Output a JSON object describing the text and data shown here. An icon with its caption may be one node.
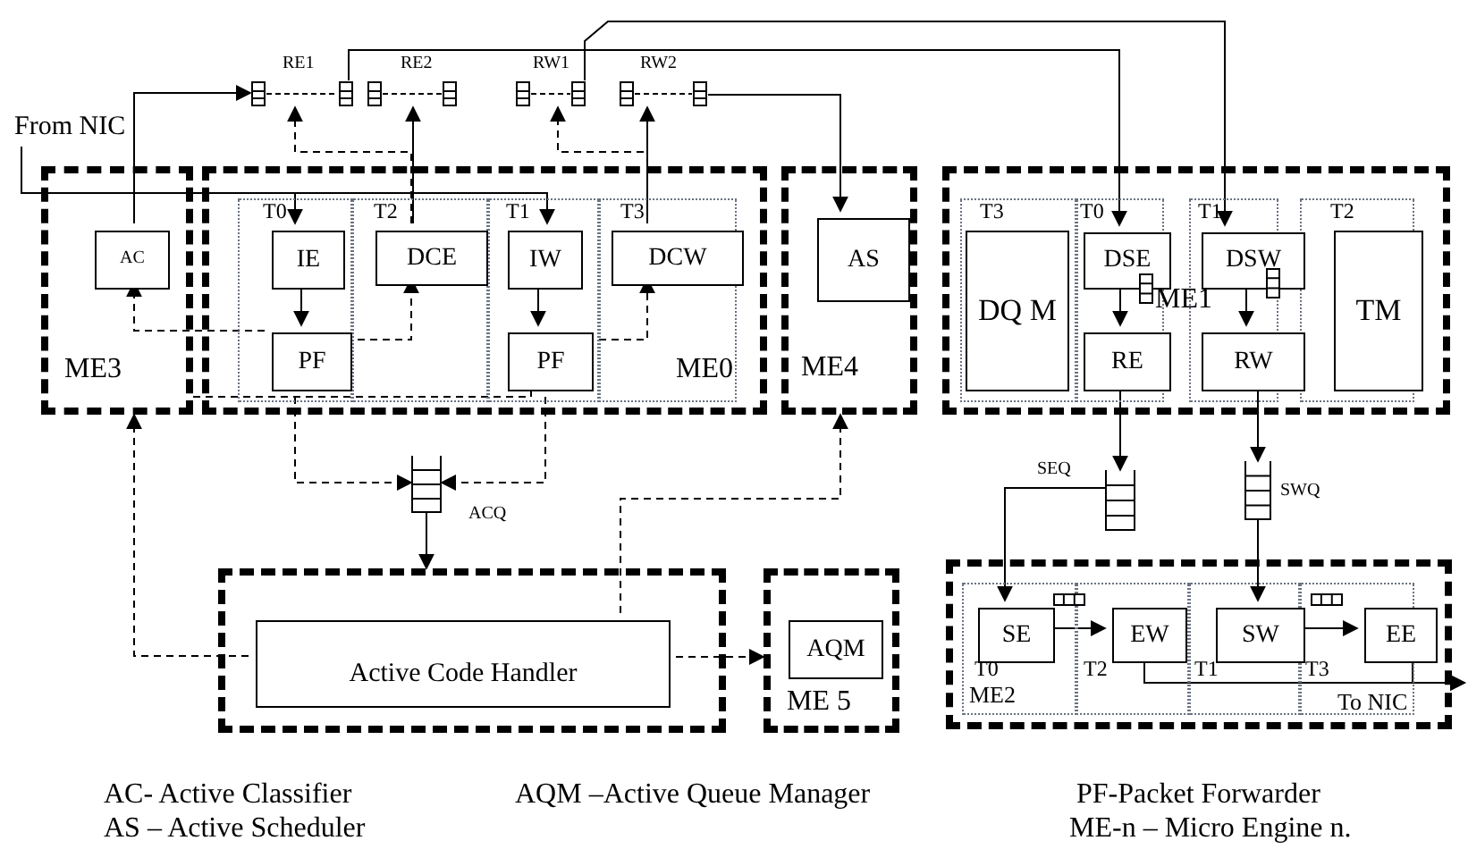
{
  "diagram": {
    "nodes": [
      {
        "text": [
          "From NIC"
        ]
      },
      {
        "text": [
          "ME3"
        ]
      },
      {
        "text": [
          "AC"
        ],
        "in": 1
      },
      {
        "text": [
          "ME0"
        ]
      },
      {
        "text": [
          "IE"
        ],
        "in": 3
      },
      {
        "text": [
          "DCE"
        ],
        "in": 3
      },
      {
        "text": [
          "IW"
        ],
        "in": 3
      },
      {
        "text": [
          "DCW"
        ],
        "in": 3
      },
      {
        "text": [
          "PF"
        ],
        "in": 3
      },
      {
        "text": [
          "PF"
        ],
        "in": 3
      },
      {
        "text": [
          "ME4"
        ]
      },
      {
        "text": [
          "AS"
        ],
        "in": 10
      },
      {
        "text": [
          "ME1"
        ]
      },
      {
        "text": [
          "DQ M"
        ],
        "in": 12
      },
      {
        "text": [
          "DSE"
        ],
        "in": 12
      },
      {
        "text": [
          "DSW"
        ],
        "in": 12
      },
      {
        "text": [
          "RE"
        ],
        "in": 12
      },
      {
        "text": [
          "RW"
        ],
        "in": 12
      },
      {
        "text": [
          "TM"
        ],
        "in": 12
      },
      {
        "text": [],
        "shape": "queue",
        "beside": [
          "RE1"
        ]
      },
      {
        "text": [],
        "shape": "queue",
        "beside": [
          "RE2"
        ]
      },
      {
        "text": [],
        "shape": "queue",
        "beside": [
          "RW1"
        ]
      },
      {
        "text": [],
        "shape": "queue",
        "beside": [
          "RW2"
        ]
      },
      {
        "text": [],
        "shape": "queue",
        "beside": [
          "ACQ"
        ]
      },
      {
        "text": [],
        "shape": "box"
      },
      {
        "text": [
          "Active Code Handler"
        ],
        "in": 24
      },
      {
        "text": [
          "ME 5"
        ]
      },
      {
        "text": [
          "AQM"
        ],
        "in": 26
      },
      {
        "text": [],
        "shape": "queue",
        "beside": [
          "SEQ"
        ]
      },
      {
        "text": [],
        "shape": "queue",
        "beside": [
          "SWQ"
        ]
      },
      {
        "text": [
          "ME2"
        ]
      },
      {
        "text": [
          "SE"
        ],
        "in": 30
      },
      {
        "text": [
          "EW"
        ],
        "in": 30
      },
      {
        "text": [
          "SW"
        ],
        "in": 30
      },
      {
        "text": [
          "EE"
        ],
        "in": 30
      }
    ],
    "edges": [
      {
        "from": 0,
        "to": 4,
        "arrow": "to"
      },
      {
        "from": 0,
        "to": 6,
        "arrow": "to"
      },
      {
        "from": 2,
        "to": 19,
        "arrow": "to"
      },
      {
        "from": 4,
        "to": 8,
        "arrow": "to"
      },
      {
        "from": 6,
        "to": 9,
        "arrow": "to"
      },
      {
        "from": 8,
        "to": 2,
        "arrow": "to",
        "style": "dashed"
      },
      {
        "from": 8,
        "to": 5,
        "arrow": "to",
        "style": "dashed"
      },
      {
        "from": 9,
        "to": 7,
        "arrow": "to",
        "style": "dashed"
      },
      {
        "from": 5,
        "to": 20,
        "arrow": "to"
      },
      {
        "from": 5,
        "to": 19,
        "arrow": "to",
        "style": "dashed"
      },
      {
        "from": 7,
        "to": 22,
        "arrow": "to"
      },
      {
        "from": 7,
        "to": 21,
        "arrow": "to",
        "style": "dashed"
      },
      {
        "from": 19,
        "to": 14,
        "arrow": "to"
      },
      {
        "from": 21,
        "to": 15,
        "arrow": "to"
      },
      {
        "from": 22,
        "to": 11,
        "arrow": "to"
      },
      {
        "from": 14,
        "to": 16,
        "arrow": "to"
      },
      {
        "from": 15,
        "to": 17,
        "arrow": "to"
      },
      {
        "from": 16,
        "to": 28,
        "arrow": "to"
      },
      {
        "from": 17,
        "to": 29,
        "arrow": "to"
      },
      {
        "from": 28,
        "to": 31,
        "arrow": "to"
      },
      {
        "from": 29,
        "to": 33,
        "arrow": "to"
      },
      {
        "from": 31,
        "to": 32,
        "arrow": "to"
      },
      {
        "from": 33,
        "to": 34,
        "arrow": "to"
      },
      {
        "from": 32,
        "to": null,
        "arrow": "to"
      },
      {
        "from": 34,
        "to": null,
        "arrow": "to"
      },
      {
        "from": 8,
        "to": 23,
        "arrow": "to",
        "style": "dashed"
      },
      {
        "from": 9,
        "to": 23,
        "arrow": "to",
        "style": "dashed"
      },
      {
        "from": 23,
        "to": 24,
        "arrow": "to"
      },
      {
        "from": 25,
        "to": 1,
        "arrow": "to",
        "style": "dashed"
      },
      {
        "from": 25,
        "to": 26,
        "arrow": "to",
        "style": "dashed"
      },
      {
        "from": 25,
        "to": 10,
        "arrow": "to",
        "style": "dashed"
      },
      {
        "from": 1,
        "to": 9,
        "arrow": "none",
        "style": "dashed"
      }
    ],
    "labels": [
      "T0",
      "T2",
      "T1",
      "T3",
      "T3",
      "T0",
      "T1",
      "T2",
      "T0",
      "T2",
      "T1",
      "T3",
      "To NIC",
      "AC- Active Classifier",
      "AQM –Active Queue Manager",
      "PF-Packet Forwarder",
      "AS – Active Scheduler",
      "ME-n – Micro Engine n."
    ]
  }
}
